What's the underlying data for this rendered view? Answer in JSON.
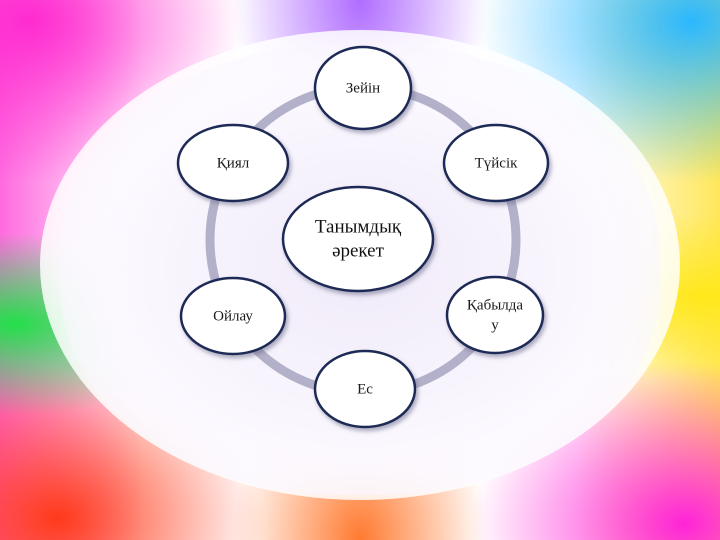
{
  "diagram": {
    "center": {
      "line1": "Танымдық",
      "line2": "әрекет"
    },
    "nodes": {
      "zeiin": "Зейін",
      "tuysik": "Түйсік",
      "qabyldau_1": "Қабылда",
      "qabyldau_2": "у",
      "es": "Ес",
      "oilau": "Ойлау",
      "qiyal": "Қиял"
    }
  },
  "colors": {
    "ring": "#b3b0c9",
    "node_stroke": "#1f2a55",
    "node_fill": "#ffffff"
  }
}
